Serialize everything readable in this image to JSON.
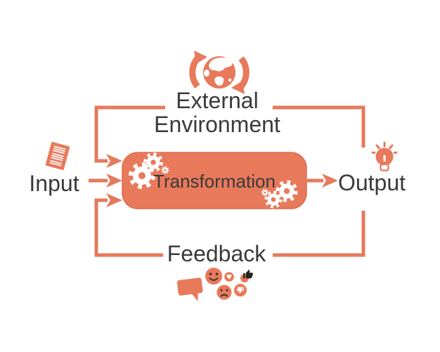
{
  "colors": {
    "accent_coral": "#E8795B",
    "box_fill": "#E8795B",
    "box_stroke": "#DD6E50",
    "line_coral": "#E47A5C",
    "text_dark": "#3A3A3A",
    "icon_detail_dark": "#2E2E2E",
    "icon_white": "#FFFFFF",
    "background": "#FFFFFF"
  },
  "nodes": {
    "external_environment": {
      "line1": "External",
      "line2": "Environment",
      "label": "External Environment"
    },
    "input": {
      "label": "Input"
    },
    "transformation": {
      "label": "Transformation"
    },
    "output": {
      "label": "Output"
    },
    "feedback": {
      "label": "Feedback"
    }
  },
  "icons": {
    "top": "globe-cycle-icon",
    "input_side": "document-icon",
    "output_side": "lightbulb-icon",
    "transformation_box": [
      "gears-top-left-icon",
      "gears-bottom-right-icon"
    ],
    "feedback_cluster": [
      "speech-bubble-icon",
      "smiley-face-icon",
      "heart-icon",
      "thumbs-up-icon",
      "sad-face-icon",
      "thumbs-down-icon"
    ]
  },
  "flow": {
    "input_arrows_count": 3,
    "output_arrows_count": 1,
    "loops": [
      "External Environment (top loop)",
      "Feedback (bottom loop)"
    ]
  }
}
